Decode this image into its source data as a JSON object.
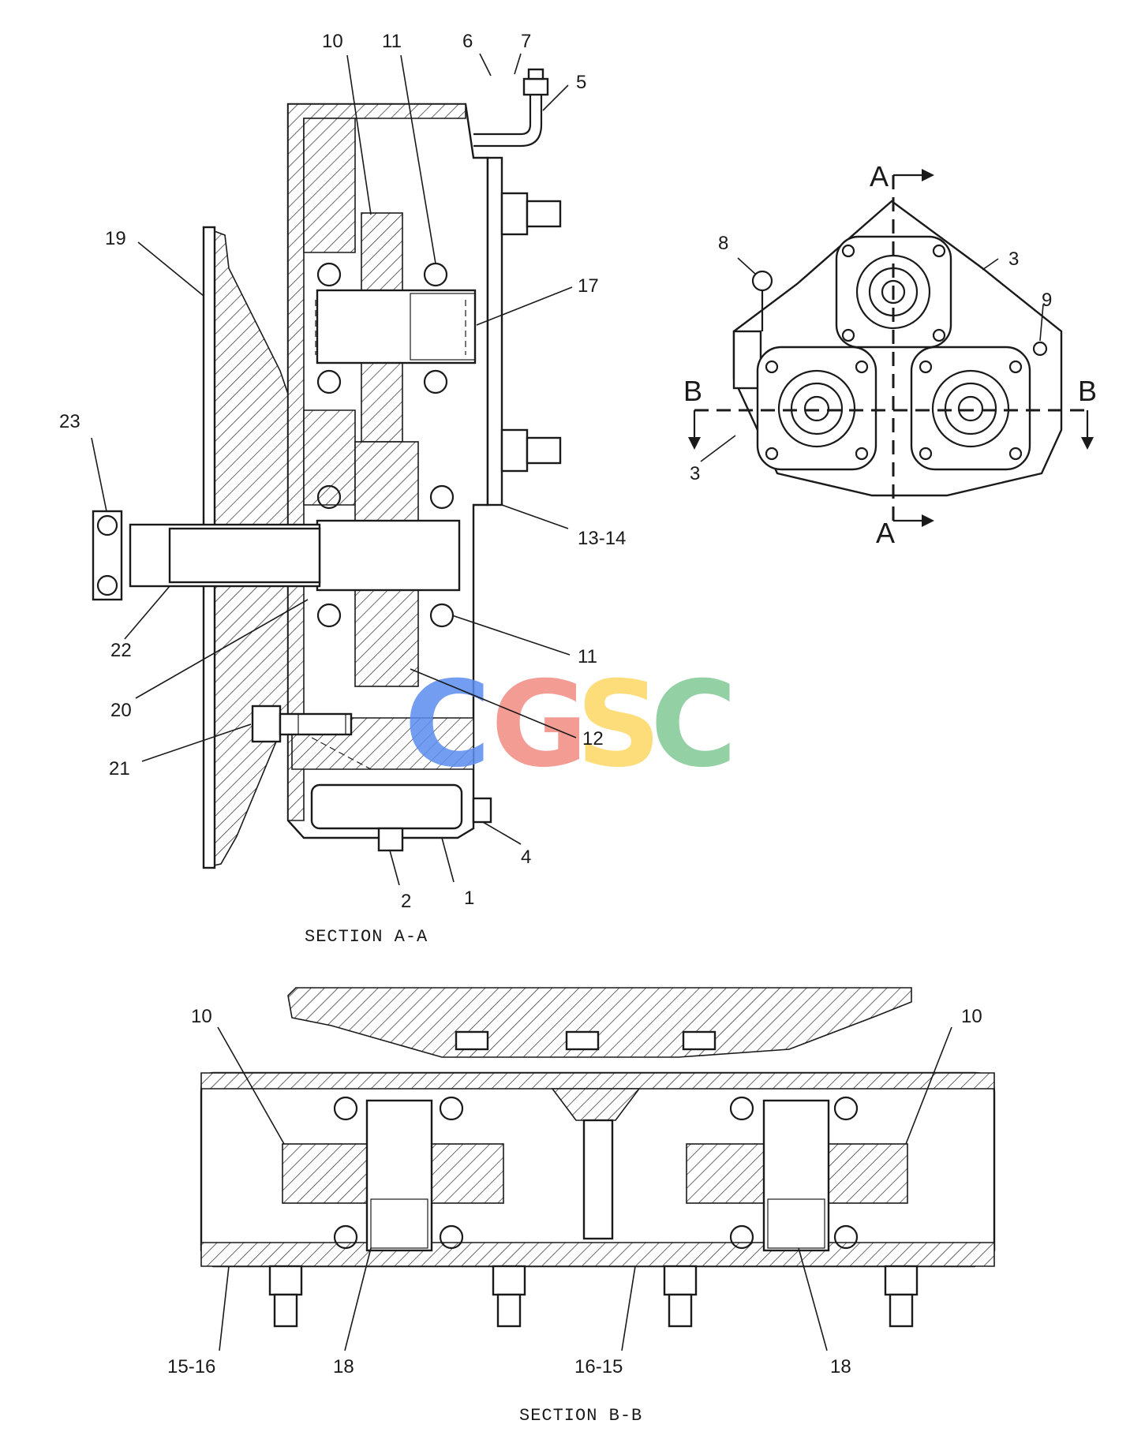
{
  "section_a": {
    "title": "SECTION A-A",
    "callouts": [
      "10",
      "11",
      "6",
      "7",
      "5",
      "19",
      "17",
      "23",
      "13-14",
      "22",
      "11",
      "20",
      "12",
      "21",
      "4",
      "2",
      "1"
    ]
  },
  "section_b": {
    "title": "SECTION B-B",
    "callouts": [
      "10",
      "10",
      "15-16",
      "18",
      "16-15",
      "18"
    ]
  },
  "end_view": {
    "callouts": [
      "8",
      "3",
      "9",
      "3"
    ],
    "cut_letters": [
      "A",
      "A",
      "B",
      "B"
    ]
  },
  "watermark": {
    "letters": [
      "C",
      "G",
      "S",
      "C"
    ],
    "colors": [
      "#5b8def",
      "#f28b82",
      "#fdd663",
      "#81c995"
    ]
  }
}
